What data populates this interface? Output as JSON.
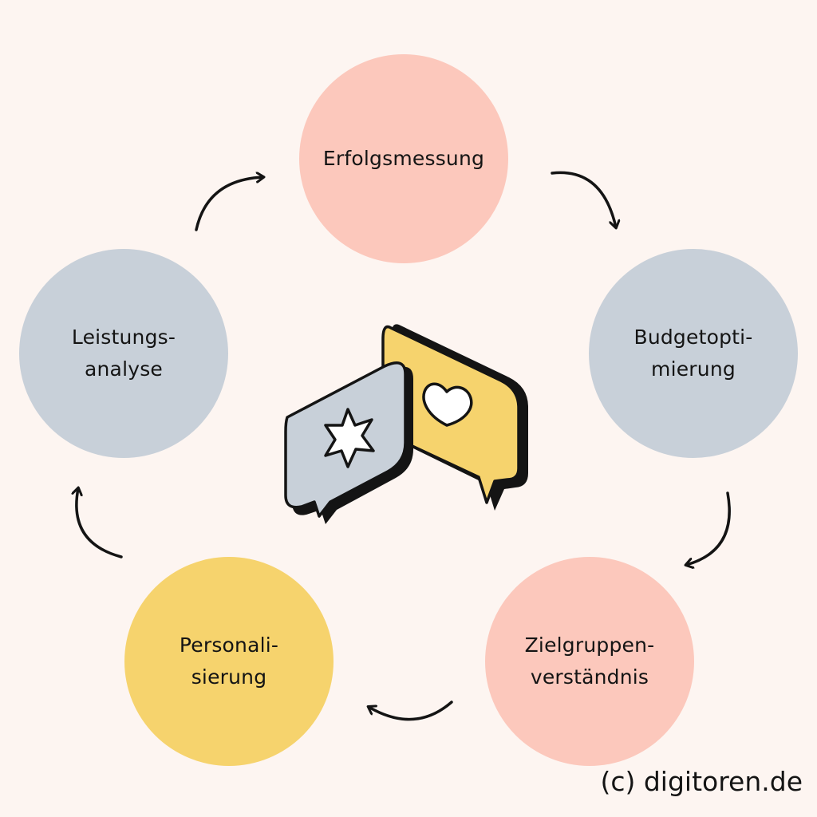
{
  "diagram": {
    "nodes": [
      {
        "id": "top",
        "lines": [
          "Erfolgsmessung"
        ],
        "color": "#fcc8bc"
      },
      {
        "id": "right",
        "lines": [
          "Budgetopti-",
          "mierung"
        ],
        "color": "#c8d0d9"
      },
      {
        "id": "bottom_right",
        "lines": [
          "Zielgruppen-",
          "verständnis"
        ],
        "color": "#fcc8bc"
      },
      {
        "id": "bottom_left",
        "lines": [
          "Personali-",
          "sierung"
        ],
        "color": "#f6d36d"
      },
      {
        "id": "left",
        "lines": [
          "Leistungs-",
          "analyse"
        ],
        "color": "#c8d0d9"
      }
    ],
    "flow": [
      "top",
      "right",
      "bottom_right",
      "bottom_left",
      "left",
      "top"
    ],
    "center_icons": [
      "star-chat-bubble-icon",
      "heart-chat-bubble-icon"
    ]
  },
  "credit": "(c) digitoren.de",
  "colors": {
    "background": "#fdf5f1",
    "pink": "#fcc8bc",
    "grey": "#c8d0d9",
    "yellow": "#f6d36d",
    "ink": "#141414"
  }
}
